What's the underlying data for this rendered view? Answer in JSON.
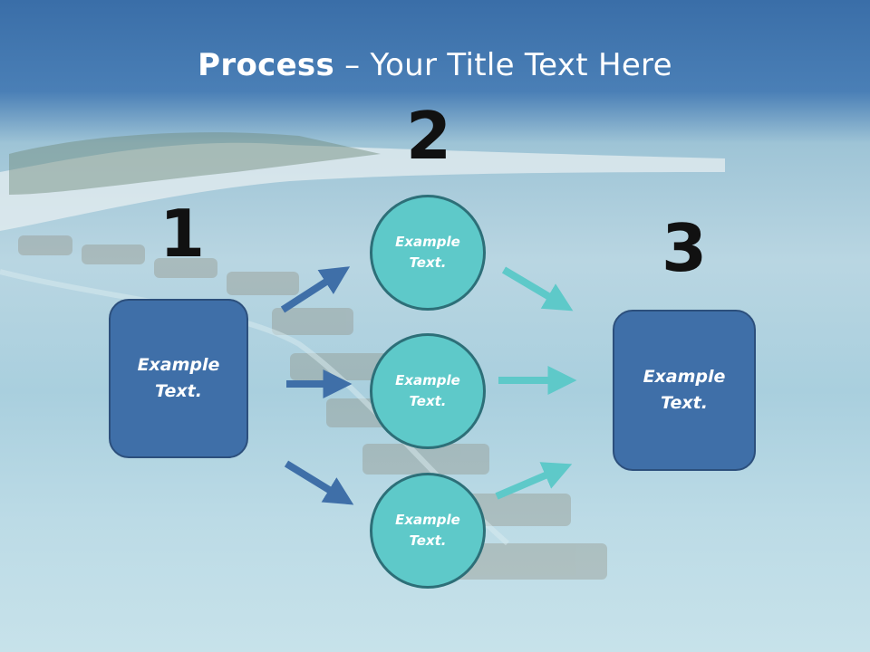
{
  "title": {
    "bold": "Process",
    "rest": " – Your Title Text Here"
  },
  "steps": {
    "one": {
      "number": "1",
      "label": "Example\nText."
    },
    "two": {
      "number": "2",
      "items": [
        {
          "label": "Example\nText."
        },
        {
          "label": "Example\nText."
        },
        {
          "label": "Example\nText."
        }
      ]
    },
    "three": {
      "number": "3",
      "label": "Example\nText."
    }
  },
  "colors": {
    "box_fill": "#3f6fa8",
    "circle_fill": "#5ec9c9",
    "arrow_left": "#3f6fa8",
    "arrow_right": "#5ec9c9"
  }
}
